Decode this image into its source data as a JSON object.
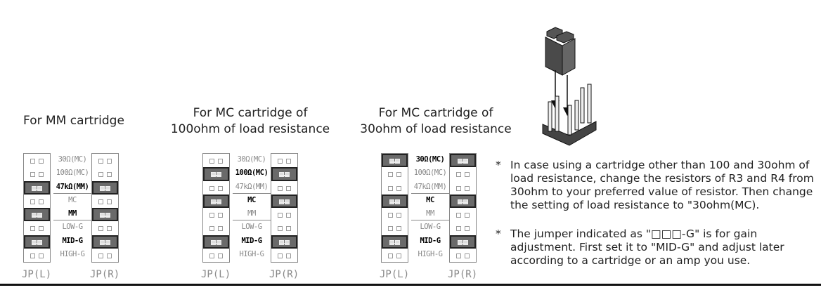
{
  "panels": [
    {
      "title": [
        "For MM cartridge"
      ],
      "active": [
        2,
        4,
        6
      ]
    },
    {
      "title": [
        "For MC cartridge of",
        "100ohm of load resistance"
      ],
      "active": [
        1,
        3,
        6
      ]
    },
    {
      "title": [
        "For MC cartridge of",
        "30ohm of load resistance"
      ],
      "active": [
        0,
        3,
        6
      ]
    }
  ],
  "row_labels": [
    "30Ω(MC)",
    "100Ω(MC)",
    "47kΩ(MM)",
    "MC",
    "MM",
    "LOW-G",
    "MID-G",
    "HIGH-G"
  ],
  "jp_left": "JP(L)",
  "jp_right": "JP(R)",
  "notes": [
    {
      "star": "*",
      "text": "In case using a cartridge other than 100 and 30ohm of load resistance, change the resistors of R3 and R4 from 30ohm to your preferred value of resistor. Then change the setting of load resistance to \"30ohm(MC)."
    },
    {
      "star": "*",
      "text": "The jumper indicated as \"□□□-G\" is for gain adjustment. First set it to \"MID-G\" and adjust later according to a cartridge or an amp you use."
    }
  ]
}
